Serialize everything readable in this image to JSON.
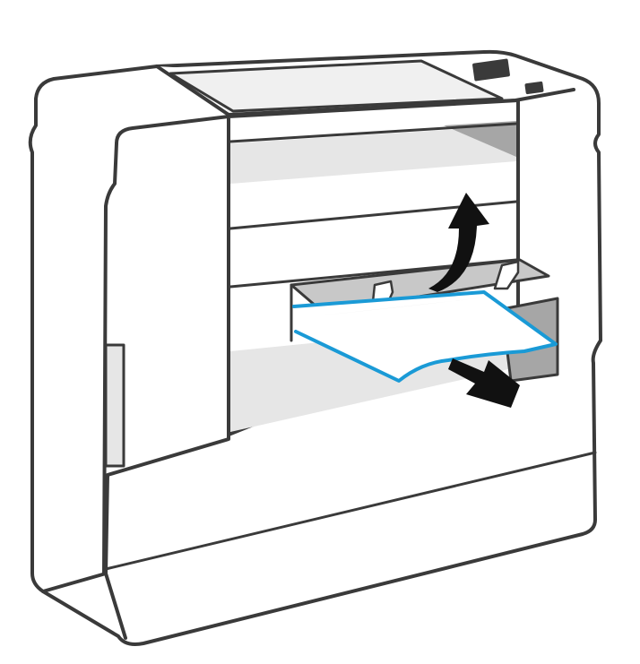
{
  "illustration": {
    "subject": "printer-paper-jam-removal",
    "icons": [
      "printer-illustration",
      "lift-arrow-icon",
      "pull-arrow-icon",
      "jammed-paper"
    ],
    "colors": {
      "outline": "#3a3a3a",
      "body": "#ffffff",
      "shade_light": "#e6e6e6",
      "shade_mid": "#c8c8c8",
      "shade_dark": "#a6a6a6",
      "paper_edge": "#1a9ad6",
      "arrow": "#111111"
    }
  }
}
